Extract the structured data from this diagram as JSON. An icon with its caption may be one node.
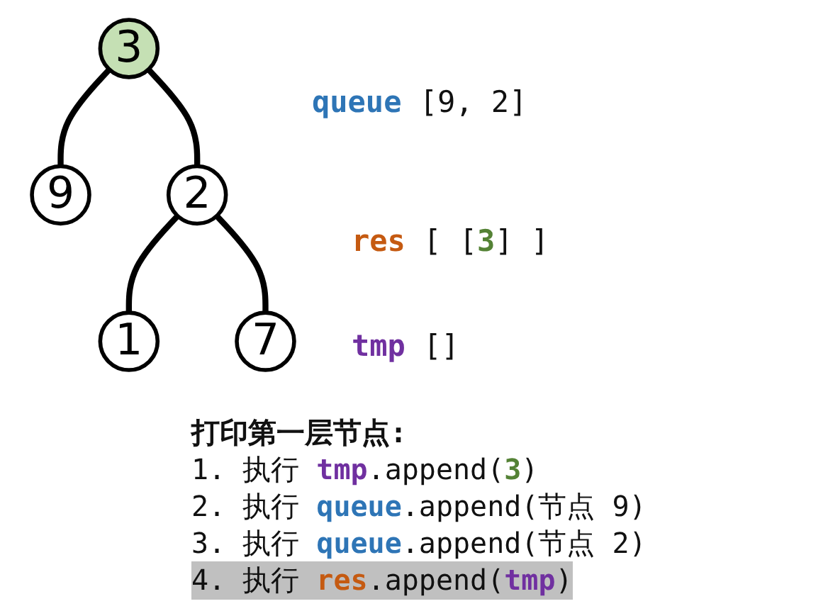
{
  "diagram": {
    "nodes": [
      {
        "text": [
          "3"
        ]
      },
      {
        "text": [
          "9"
        ]
      },
      {
        "text": [
          "2"
        ]
      },
      {
        "text": [
          "1"
        ]
      },
      {
        "text": [
          "7"
        ]
      }
    ],
    "edges": [
      {
        "from": 0,
        "to": 1,
        "arrow": "none"
      },
      {
        "from": 0,
        "to": 2,
        "arrow": "none"
      },
      {
        "from": 2,
        "to": 3,
        "arrow": "none"
      },
      {
        "from": 2,
        "to": 4,
        "arrow": "none"
      }
    ],
    "labels": [
      "**queue** [9, 2]",
      "**res** [ [**3**] ]",
      "**tmp** []",
      "打印第一层节点:",
      "1. 执行 **tmp**.append(**3**)",
      "2. 执行 **queue**.append(节点 9)",
      "3. 执行 **queue**.append(节点 2)",
      "4. 执行 **res**.append(**tmp**)"
    ]
  }
}
